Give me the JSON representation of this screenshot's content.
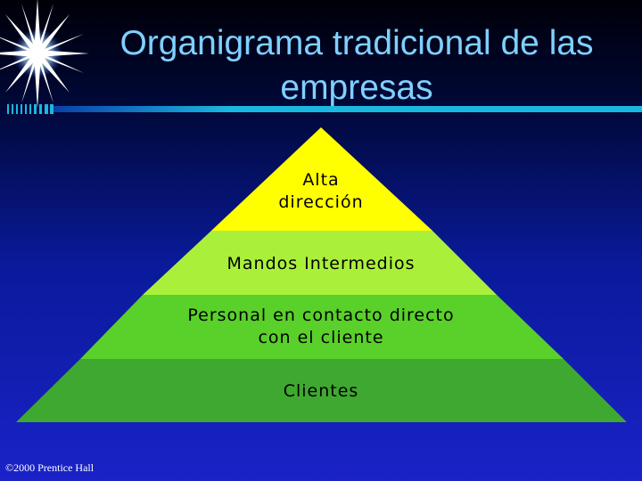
{
  "title": {
    "line1": "Organigrama tradicional de las",
    "line2": "empresas"
  },
  "pyramid": {
    "levels": [
      {
        "lines": [
          "Alta",
          "dirección"
        ],
        "color": "#ffff00"
      },
      {
        "lines": [
          "Mandos Intermedios"
        ],
        "color": "#aaf03a"
      },
      {
        "lines": [
          "Personal en contacto directo",
          "con el cliente"
        ],
        "color": "#5ad02a"
      },
      {
        "lines": [
          "Clientes"
        ],
        "color": "#3fa830"
      }
    ]
  },
  "footer": {
    "copyright": "©2000 Prentice Hall"
  },
  "colors": {
    "title": "#7fd0ff",
    "accent_rule": "#19b8e0",
    "star": "#ffffff"
  },
  "icons": {
    "decoration": "starburst-icon"
  }
}
